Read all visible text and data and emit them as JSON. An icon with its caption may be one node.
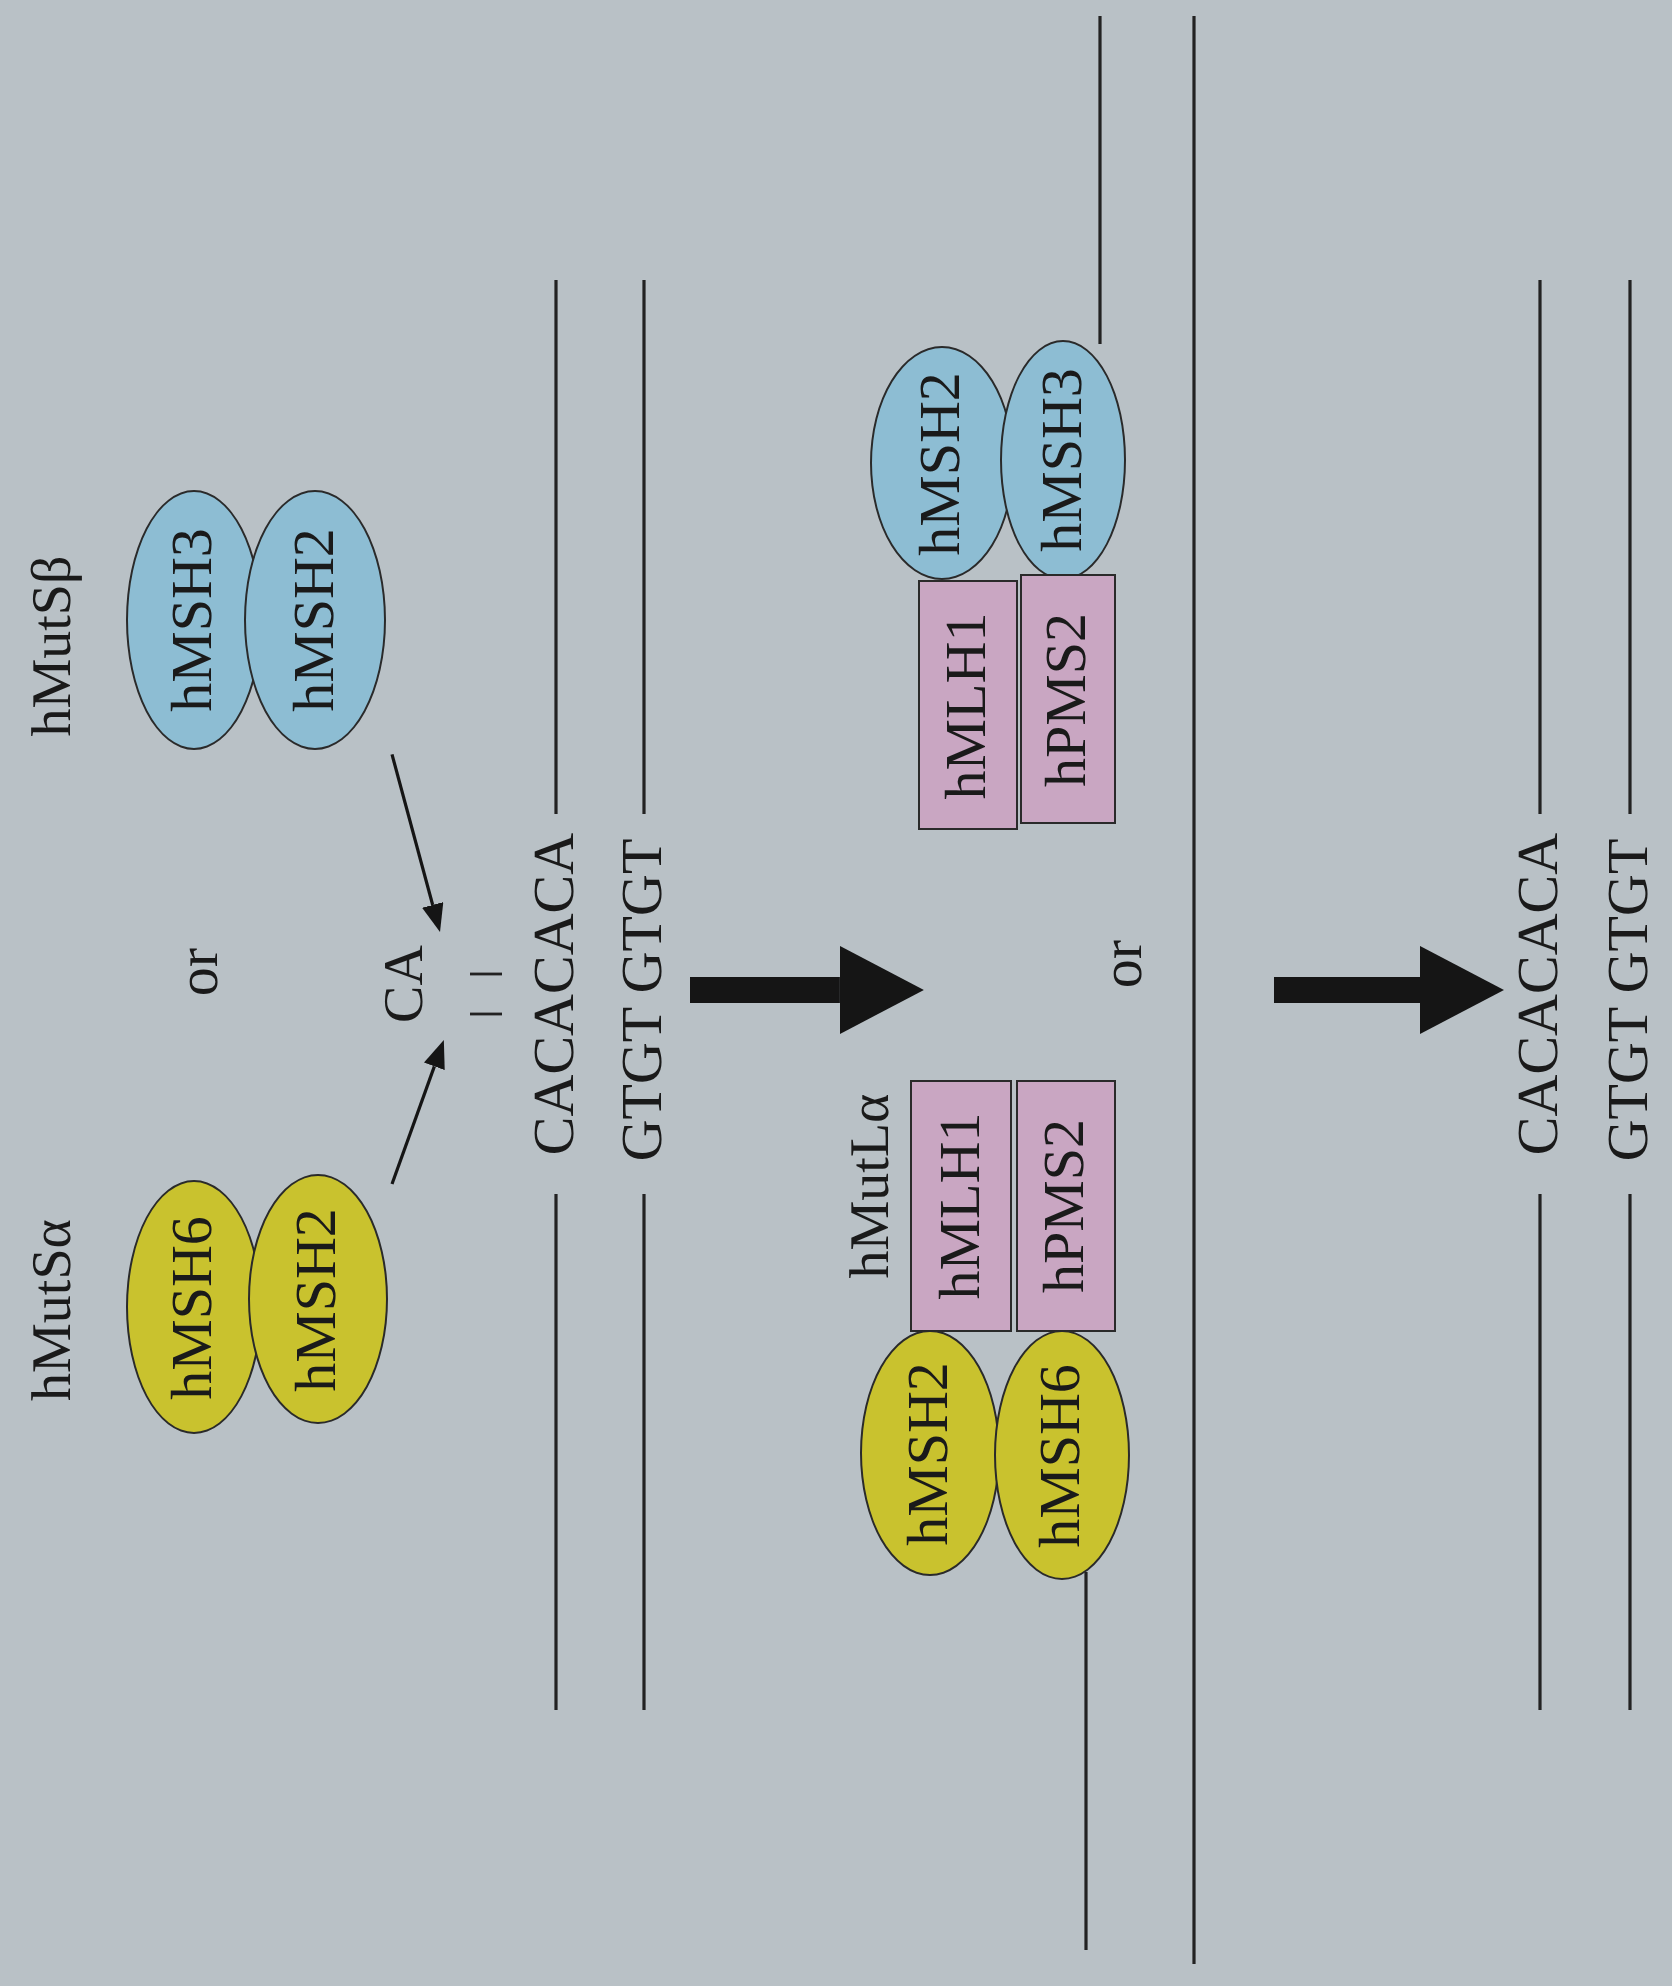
{
  "diagram": {
    "nodes": [
      {
        "text": [
          "hMutSα"
        ]
      },
      {
        "text": [
          "hMSH6"
        ],
        "in": 0
      },
      {
        "text": [
          "hMSH2"
        ],
        "in": 0
      },
      {
        "text": [
          "hMutSβ"
        ]
      },
      {
        "text": [
          "hMSH3"
        ],
        "in": 3
      },
      {
        "text": [
          "hMSH2"
        ],
        "in": 3
      },
      {
        "text": [
          "CA"
        ]
      },
      {
        "text": [
          "CACACACA",
          "GTGT GTGT"
        ]
      },
      {
        "text": [
          "hMSH2"
        ]
      },
      {
        "text": [
          "hMSH3"
        ]
      },
      {
        "text": [
          "hMLH1"
        ]
      },
      {
        "text": [
          "hPMS2"
        ]
      },
      {
        "text": [
          "hMutLα"
        ]
      },
      {
        "text": [
          "hMLH1"
        ],
        "in": 12
      },
      {
        "text": [
          "hPMS2"
        ],
        "in": 12
      },
      {
        "text": [
          "hMSH2"
        ]
      },
      {
        "text": [
          "hMSH6"
        ]
      },
      {
        "text": [
          "CACACACA",
          "GTGT GTGT"
        ]
      }
    ],
    "edges": [
      {
        "from": 0,
        "to": 6,
        "arrow": "to"
      },
      {
        "from": 3,
        "to": 6,
        "arrow": "to"
      },
      {
        "from": 7,
        "to": 12,
        "arrow": "to",
        "style": "thick"
      },
      {
        "from": null,
        "to": 17,
        "arrow": "to",
        "style": "thick"
      }
    ],
    "labels": [
      "or",
      "or"
    ]
  }
}
